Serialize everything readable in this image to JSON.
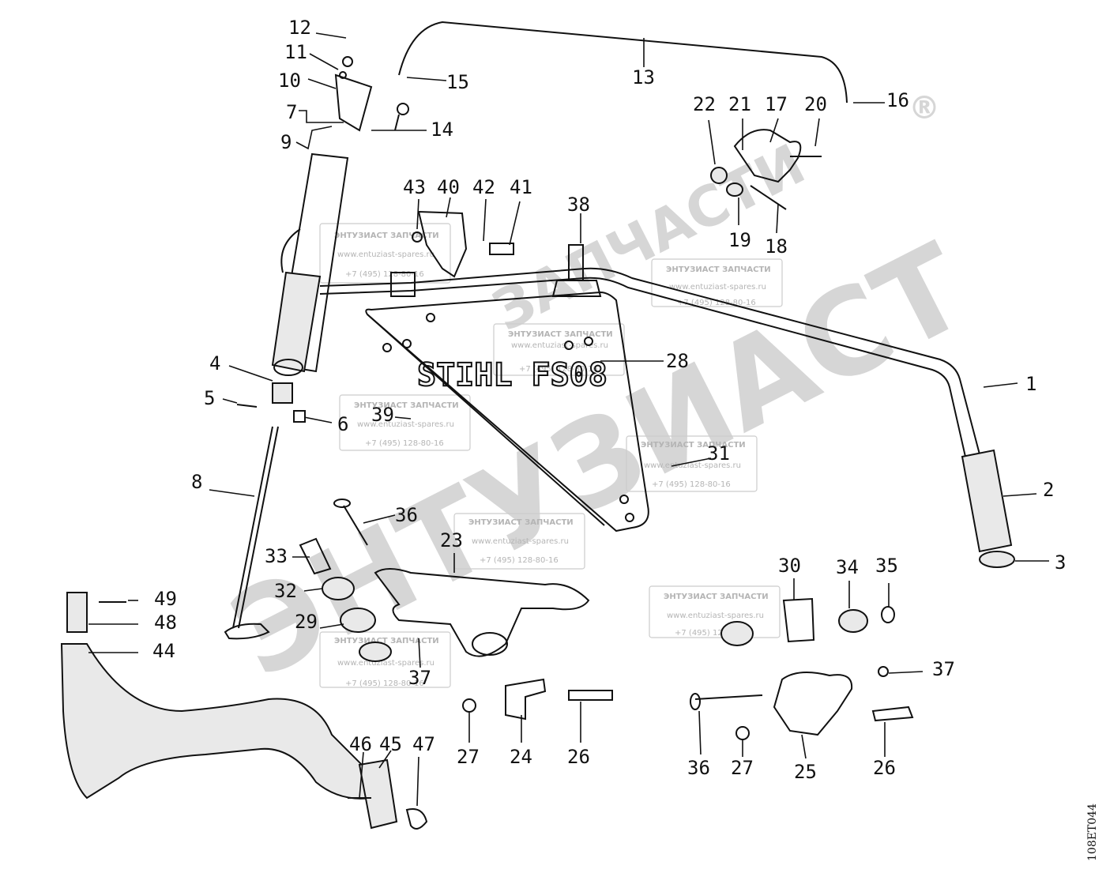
{
  "diagram": {
    "brand_marking": "STIHL FS08",
    "drawing_code": "108ET044",
    "watermark": {
      "big_text": "ЭНТУЗИАСТ",
      "small_text": "ЗАПЧАСТИ",
      "mark": "®",
      "stamp_line1": "ЭНТУЗИАСТ ЗАПЧАСТИ",
      "stamp_line2": "www.entuziast-spares.ru",
      "stamp_line3": "+7 (495) 128-80-16"
    },
    "callouts": [
      "1",
      "2",
      "3",
      "4",
      "5",
      "6",
      "8",
      "7",
      "9",
      "10",
      "11",
      "12",
      "13",
      "14",
      "15",
      "16",
      "17",
      "18",
      "19",
      "20",
      "21",
      "22",
      "23",
      "24",
      "25",
      "26",
      "26",
      "27",
      "27",
      "28",
      "29",
      "30",
      "31",
      "32",
      "33",
      "34",
      "35",
      "36",
      "36",
      "37",
      "37",
      "38",
      "39",
      "40",
      "41",
      "42",
      "43",
      "44",
      "45",
      "46",
      "47",
      "48",
      "49"
    ]
  }
}
